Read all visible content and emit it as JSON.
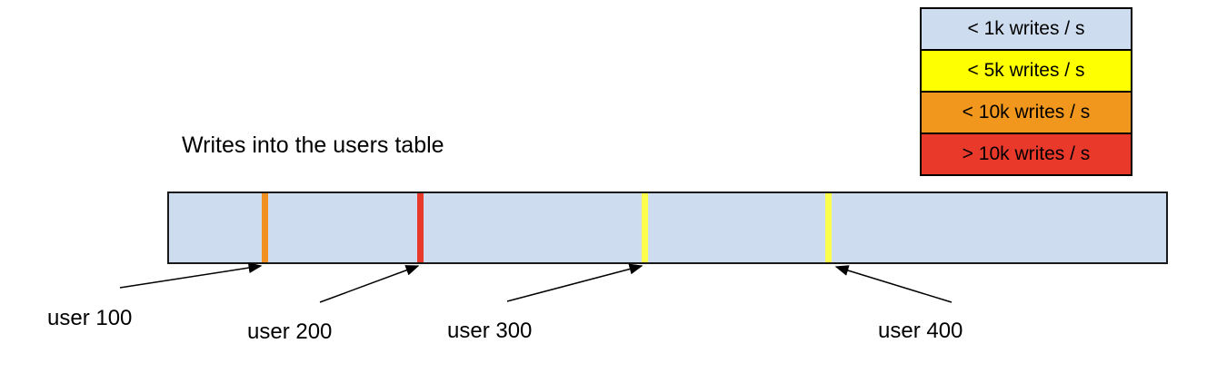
{
  "title": "Writes into the users table",
  "legend": {
    "items": [
      {
        "label": "< 1k writes / s",
        "color": "#cddcee"
      },
      {
        "label": "< 5k writes / s",
        "color": "#feff00"
      },
      {
        "label": "< 10k writes / s",
        "color": "#f2971d"
      },
      {
        "label": "> 10k writes / s",
        "color": "#e8392a"
      }
    ]
  },
  "table_bar": {
    "fill": "#cddcee",
    "border": "#1a1a1a"
  },
  "markers": [
    {
      "label": "user 100",
      "tick_color": "#f09020",
      "x_pct": 9.62
    },
    {
      "label": "user 200",
      "tick_color": "#e8392a",
      "x_pct": 25.21
    },
    {
      "label": "user 300",
      "tick_color": "#fdff4d",
      "x_pct": 47.68
    },
    {
      "label": "user 400",
      "tick_color": "#fdff4d",
      "x_pct": 66.18
    }
  ]
}
